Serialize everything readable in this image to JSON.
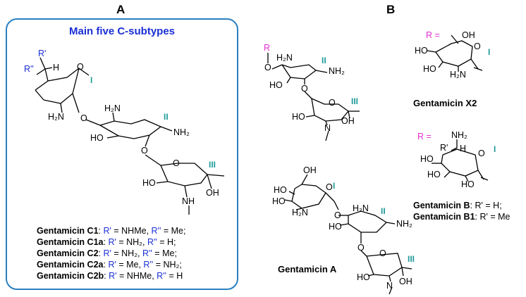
{
  "panels": {
    "a_label": "A",
    "b_label": "B"
  },
  "panel_a": {
    "title": "Main five C-subtypes",
    "atoms": {
      "r_prime": "R'",
      "r_dprime": "R''",
      "h": "H",
      "nh2_1": "H₂N",
      "o_link1": "O",
      "h2n_2": "H₂N",
      "nh2_2": "NH₂",
      "ho_1": "HO",
      "o_link2": "O",
      "ho_2": "HO",
      "nh": "NH",
      "oh": "OH"
    },
    "rings": {
      "I": "I",
      "II": "II",
      "III": "III"
    },
    "legend": [
      {
        "name": "Gentamicin C1",
        "sep": ": ",
        "rp": "R'",
        "rp_val": " = NHMe, ",
        "rpp": "R''",
        "rpp_val": " = Me;"
      },
      {
        "name": "Gentamicin C1a",
        "sep": ": ",
        "rp": "R'",
        "rp_val": " = NH₂, ",
        "rpp": "R''",
        "rpp_val": " = H;"
      },
      {
        "name": "Gentamicin C2",
        "sep": ": ",
        "rp": "R'",
        "rp_val": " = NH₂, ",
        "rpp": "R''",
        "rpp_val": " = Me;"
      },
      {
        "name": "Gentamicin C2a",
        "sep": ": ",
        "rp": "R'",
        "rp_val": " = Me, ",
        "rpp": "R''",
        "rpp_val": " = NH₂;"
      },
      {
        "name": "Gentamicin C2b",
        "sep": ": ",
        "rp": "R'",
        "rp_val": " = NHMe, ",
        "rpp": "R''",
        "rpp_val": " = H"
      }
    ]
  },
  "panel_b": {
    "scaffold": {
      "r": "R",
      "o": "O",
      "h2n": "H₂N",
      "nh2": "NH₂",
      "ho_1": "HO",
      "o_link": "O",
      "ho_2": "HO",
      "nh": "N",
      "oh": "OH",
      "ring_II": "II",
      "ring_III": "III"
    },
    "x2": {
      "r_eq": "R =",
      "oh": "OH",
      "ho_1": "HO",
      "ho_2": "HO",
      "h2n": "H₂N",
      "ring_I": "I",
      "name": "Gentamicin X2"
    },
    "b": {
      "r_eq": "R =",
      "nh2": "NH₂",
      "r_prime": "R'",
      "h": "H",
      "ho_1": "HO",
      "ho_2": "HO",
      "ho_3": "HO",
      "ring_I": "I",
      "name_b": "Gentamicin B",
      "desc_b": ": R' = H;",
      "name_b1": "Gentamicin B1",
      "desc_b1": ": R' = Me"
    },
    "a": {
      "oh": "OH",
      "ho_1": "HO",
      "ho_2": "HO",
      "h2n_1": "H₂N",
      "o_1": "O",
      "h2n_2": "H₂N",
      "nh2": "NH₂",
      "ho_3": "HO",
      "o_2": "O",
      "ho_4": "HO",
      "nh": "N",
      "oh_2": "OH",
      "ring_I": "I",
      "ring_II": "II",
      "ring_III": "III",
      "name": "Gentamicin A"
    }
  },
  "colors": {
    "box": "#2a7fbf",
    "r_groups": "#1a2fd4",
    "r_b": "#e22fd0",
    "ring_label": "#1f9a9a"
  }
}
